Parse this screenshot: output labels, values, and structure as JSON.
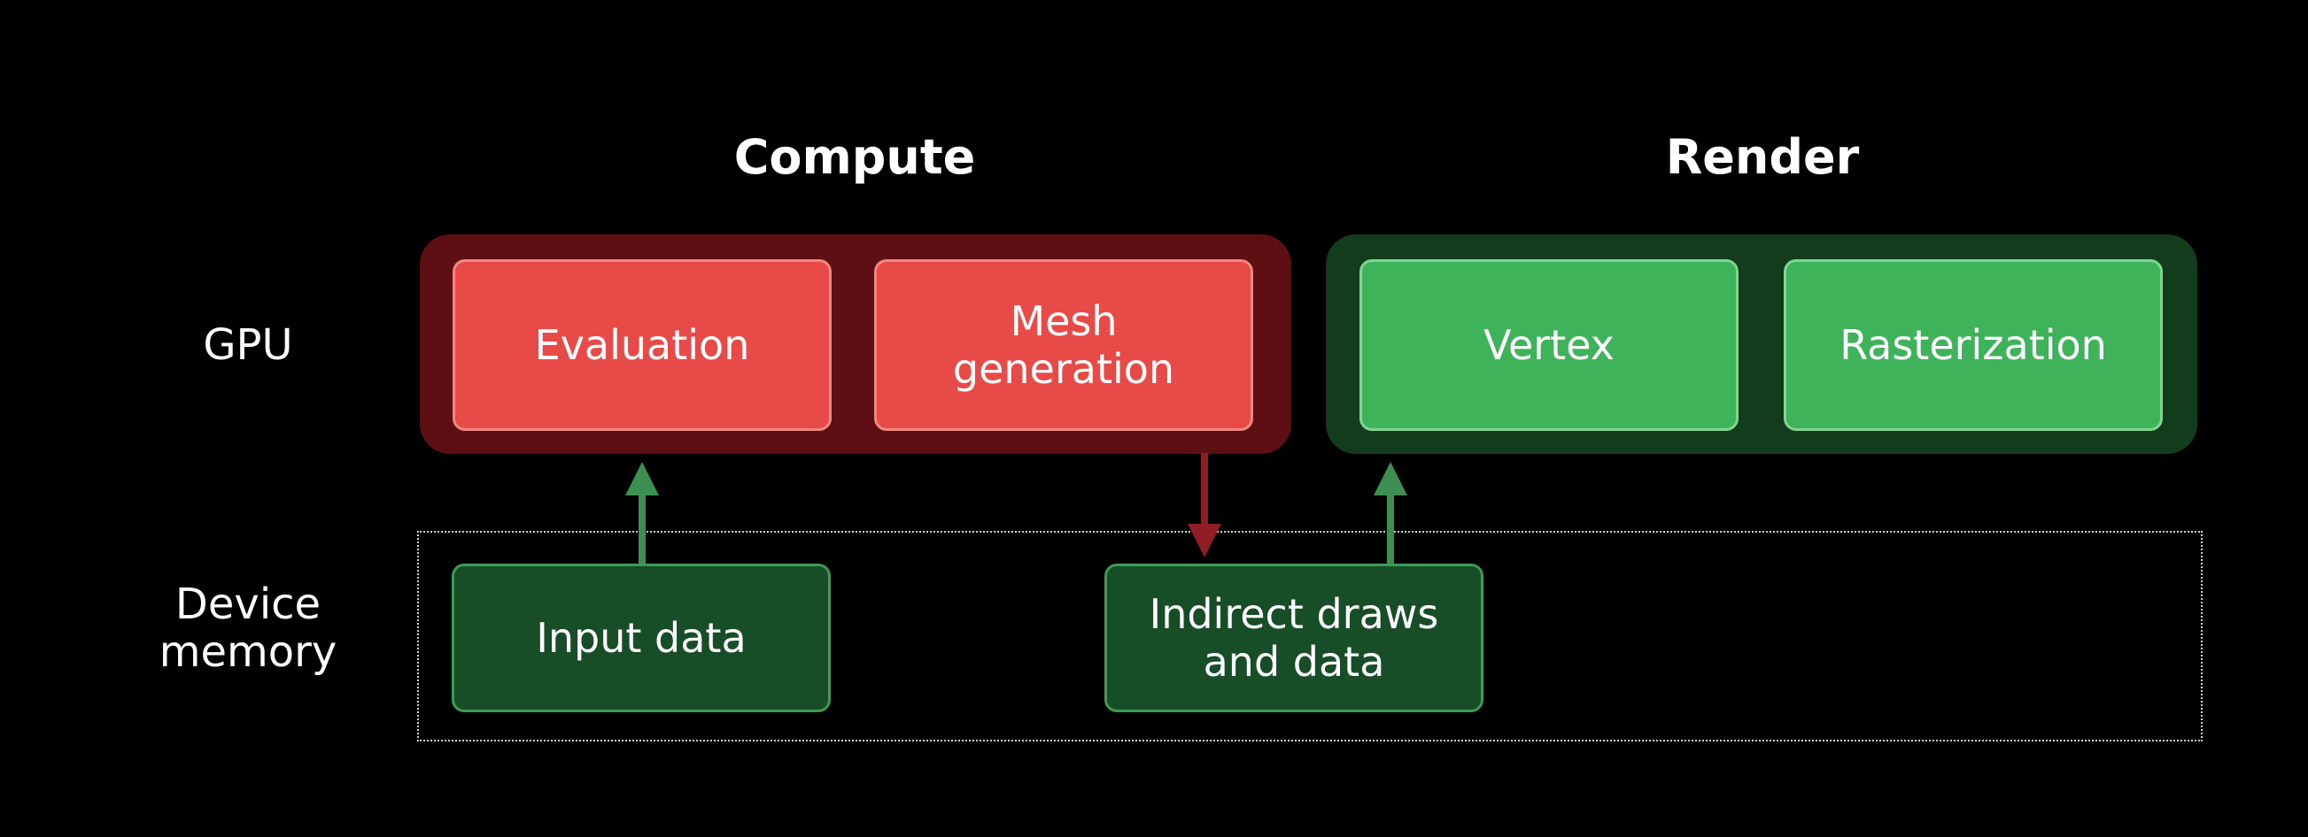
{
  "headings": {
    "compute": "Compute",
    "render": "Render"
  },
  "row_labels": {
    "gpu": "GPU",
    "device_memory": "Device\nmemory"
  },
  "gpu": {
    "compute_stages": [
      "Evaluation",
      "Mesh\ngeneration"
    ],
    "render_stages": [
      "Vertex",
      "Rasterization"
    ]
  },
  "device_memory": {
    "buffers": [
      "Input data",
      "Indirect draws\nand data"
    ]
  },
  "colors": {
    "compute_group": "#5e0f13",
    "compute_stage": "#e84a48",
    "render_group": "#123c1c",
    "render_stage": "#3fb35a",
    "memory_buffer": "#174d27",
    "read_arrow": "#3d8f51",
    "write_arrow": "#8e1d26"
  }
}
